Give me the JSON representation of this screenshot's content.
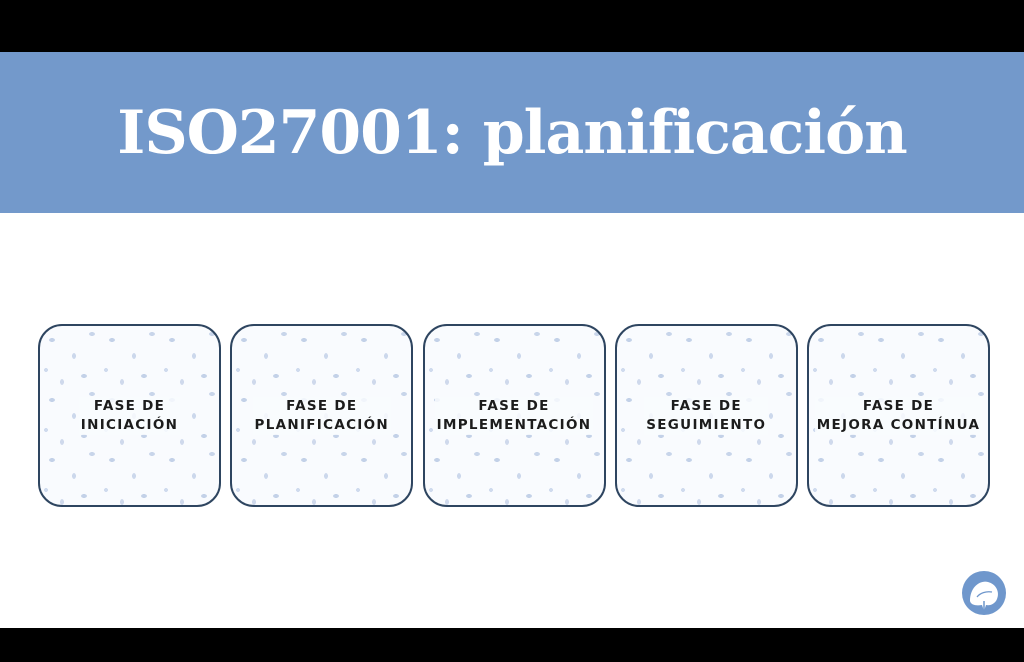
{
  "slide": {
    "title": "ISO27001: planificación"
  },
  "phases": [
    {
      "line1": "FASE DE",
      "line2": "INICIACIÓN"
    },
    {
      "line1": "FASE DE",
      "line2": "PLANIFICACIÓN"
    },
    {
      "line1": "FASE DE",
      "line2": "IMPLEMENTACIÓN"
    },
    {
      "line1": "FASE DE",
      "line2": "SEGUIMIENTO"
    },
    {
      "line1": "FASE DE",
      "line2": "MEJORA CONTÍNUA"
    }
  ],
  "logo": {
    "icon": "ginkgo-leaf-icon"
  },
  "colors": {
    "title_band": "#7399cb",
    "card_border": "#2e4560",
    "logo_bg": "#6f97cc",
    "letterbox": "#000000"
  }
}
